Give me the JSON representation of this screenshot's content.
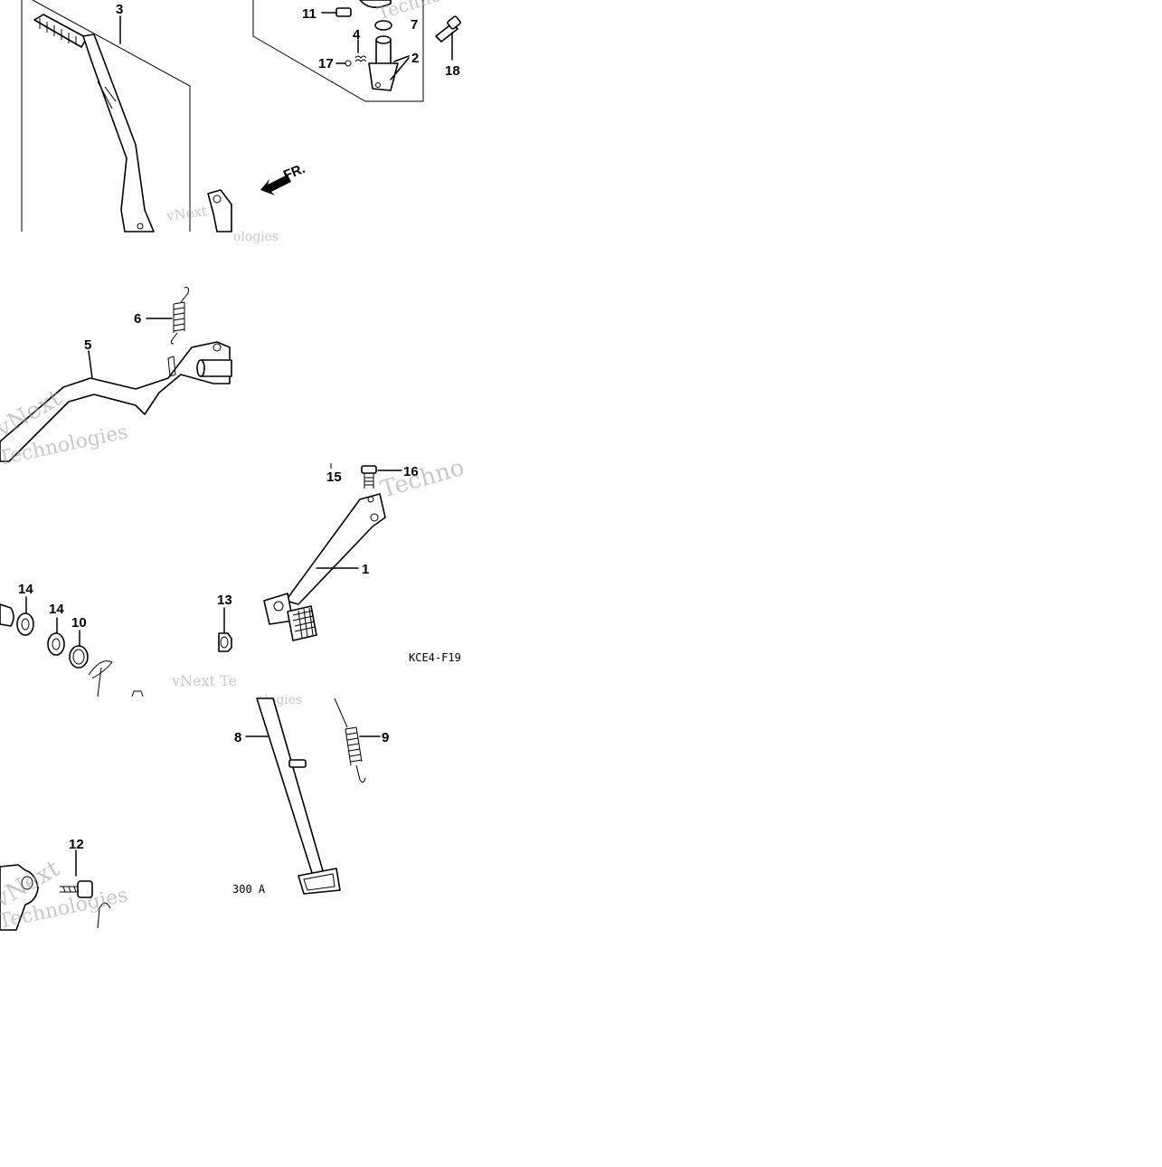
{
  "diagram": {
    "callouts": {
      "p1": "1",
      "p2": "2",
      "p3": "3",
      "p4": "4",
      "p5": "5",
      "p6": "6",
      "p7": "7",
      "p8": "8",
      "p9": "9",
      "p10": "10",
      "p11": "11",
      "p12": "12",
      "p13": "13",
      "p14a": "14",
      "p14b": "14",
      "p15": "15",
      "p16": "16",
      "p17": "17",
      "p18": "18"
    },
    "fr_arrow": "FR.",
    "figure_code": "KCE4-F19",
    "figure_code_partial": "300 A",
    "watermarks": {
      "line1": "vNext",
      "line2": "Technologies",
      "fragment_a": "Techno",
      "fragment_b": "vNext Te",
      "fragment_c": "ologies"
    }
  }
}
